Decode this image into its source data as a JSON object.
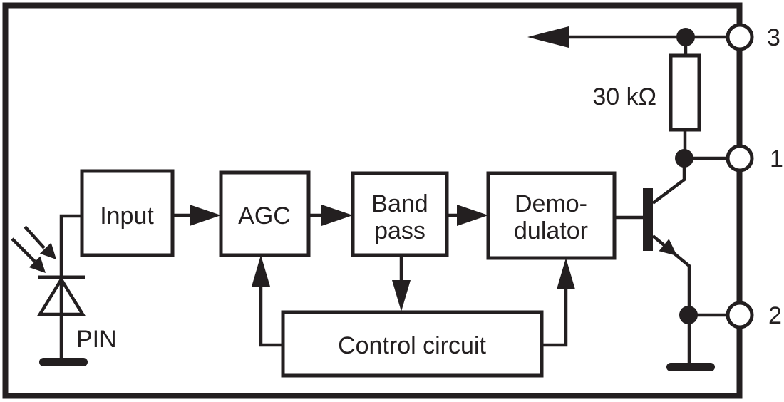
{
  "diagram": {
    "blocks": {
      "input": {
        "label": "Input"
      },
      "agc": {
        "label": "AGC"
      },
      "bandpass": {
        "line1": "Band",
        "line2": "pass"
      },
      "demodulator": {
        "line1": "Demo-",
        "line2": "dulator"
      },
      "control": {
        "label": "Control circuit"
      }
    },
    "resistor": {
      "label": "30 kΩ"
    },
    "photodiode": {
      "label": "PIN"
    },
    "pins": {
      "pin3": "3",
      "pin1": "1",
      "pin2": "2"
    },
    "colors": {
      "ink": "#231f20",
      "background": "#ffffff"
    }
  }
}
